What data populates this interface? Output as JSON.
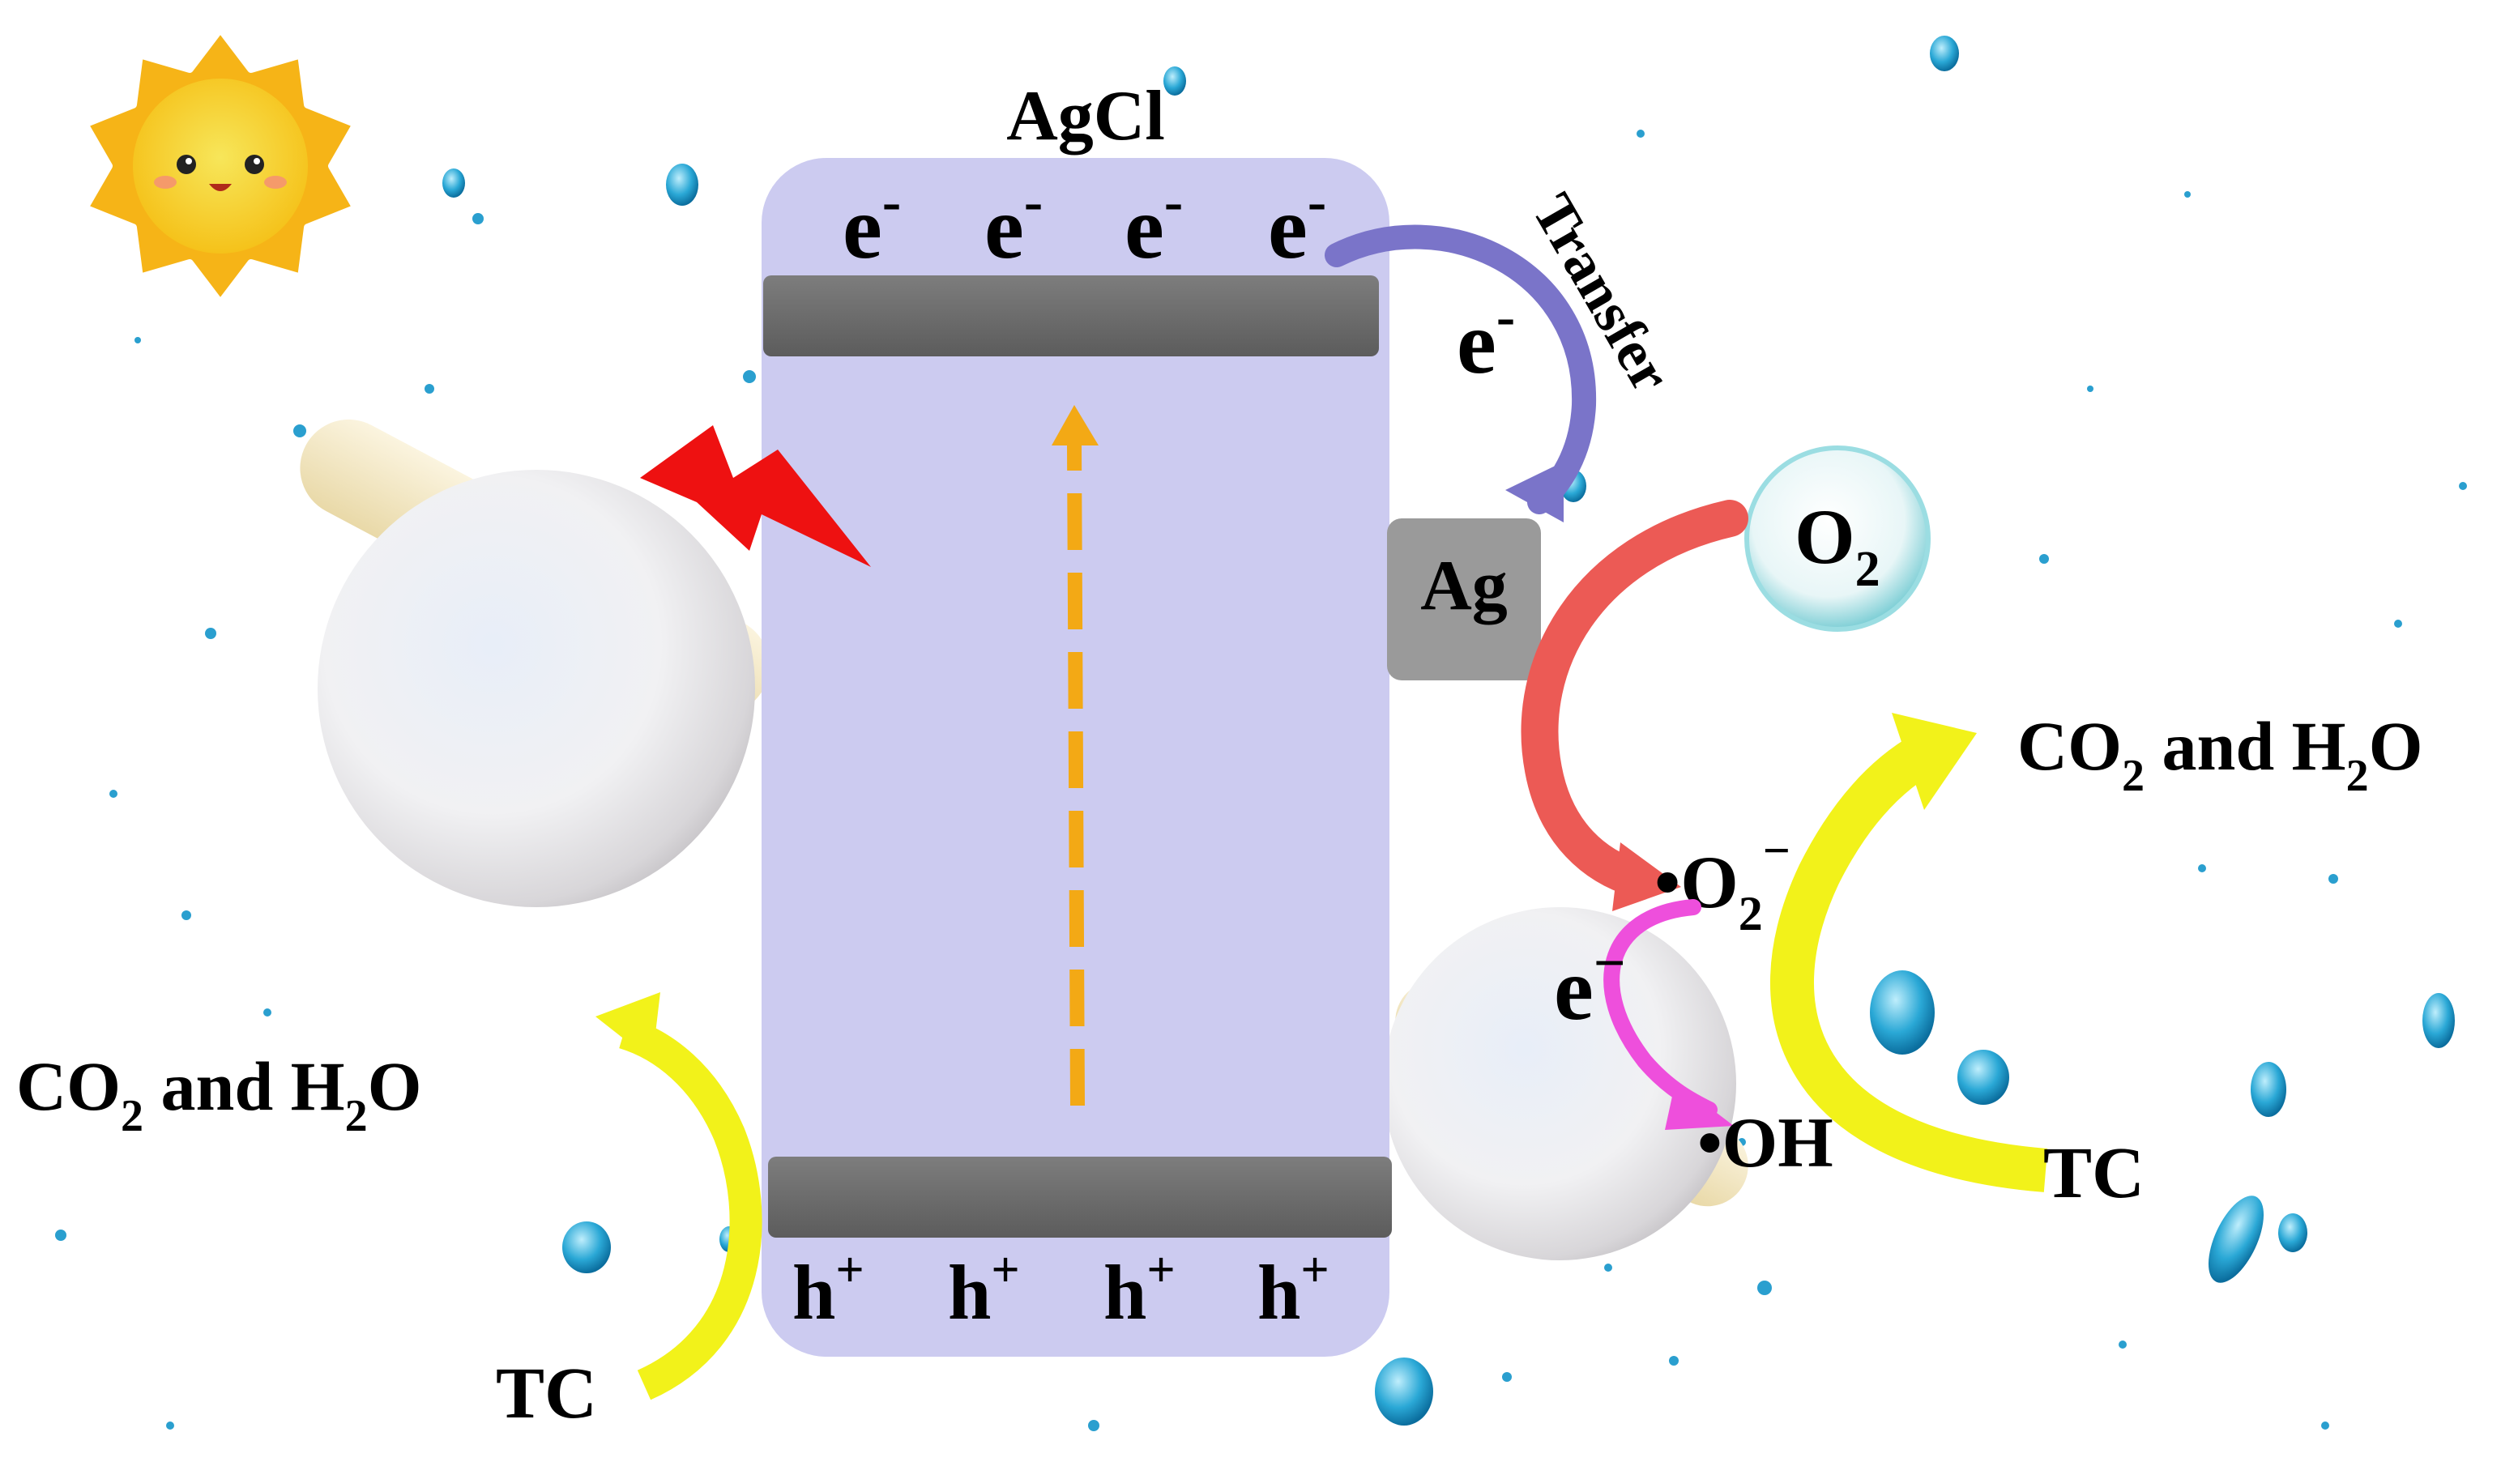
{
  "semiconductor": {
    "name": "AgCl",
    "electrons": [
      "e",
      "e",
      "e",
      "e"
    ],
    "electron_sign": "-",
    "holes": [
      "h",
      "h",
      "h",
      "h"
    ],
    "hole_sign": "+"
  },
  "transfer": {
    "label": "Transfer",
    "electron": "e",
    "electron_sign": "-"
  },
  "cocatalyst": {
    "label": "Ag"
  },
  "oxygen": {
    "label": "O",
    "sub": "2"
  },
  "superoxide": {
    "label": "•O",
    "sub": "2",
    "sup": "−"
  },
  "hydroxyl": {
    "label": "•OH"
  },
  "reduction_electron": {
    "label": "e",
    "sign": "−"
  },
  "products": {
    "right": {
      "a": "CO",
      "a_sub": "2",
      "mid": " and H",
      "b_sub": "2",
      "b": "O"
    },
    "left": {
      "a": "CO",
      "a_sub": "2",
      "mid": " and H",
      "b_sub": "2",
      "b": "O"
    }
  },
  "pollutant": {
    "right": "TC",
    "left": "TC"
  },
  "colors": {
    "band_box": "#cccbf0",
    "band": "#6e6e6e",
    "ag_box": "#9a9a9a",
    "transfer_arrow": "#7a74c9",
    "o2_arrow": "#ec5a55",
    "oh_arrow": "#ee4fdc",
    "yellow_arrow": "#f2f21a",
    "excitation_arrow": "#f3a915",
    "lightning": "#ee1111",
    "sun": "#f6b417"
  }
}
